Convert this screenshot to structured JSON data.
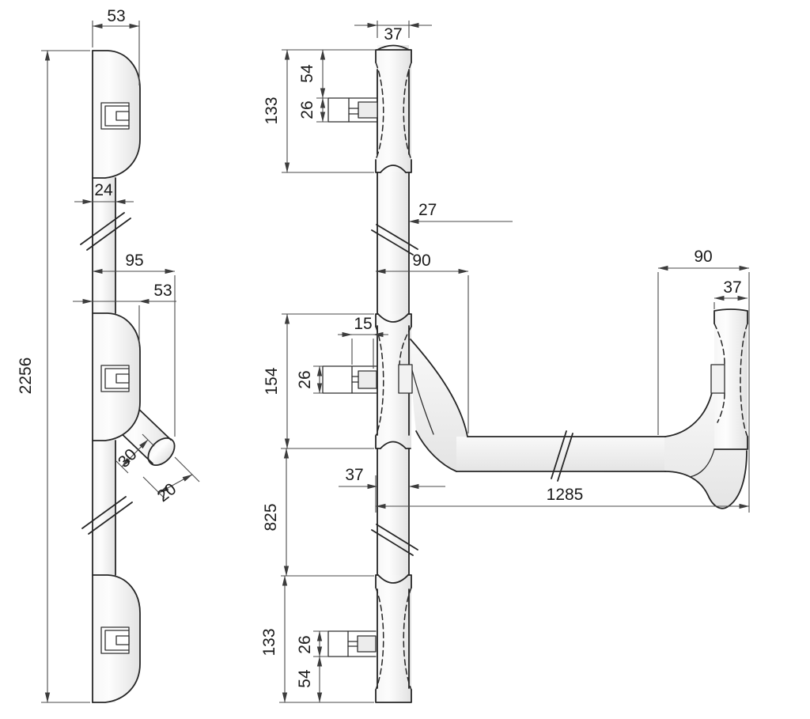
{
  "drawing": {
    "colors": {
      "background": "#ffffff",
      "outline": "#262626",
      "dimension_lines": "#4a4a4a",
      "part_fill_light": "#fbfbfb",
      "part_fill_shade": "#e6e6e6"
    },
    "side_view": {
      "dims": {
        "top_cap_width": "53",
        "tube_width": "24",
        "overall_depth": "95",
        "mid_cap_width": "53",
        "total_height": "2256",
        "stub_diameter": "30",
        "stub_length": "20"
      }
    },
    "front_view": {
      "dims": {
        "top_cap_width": "37",
        "top_cap_height": "133",
        "top_bracket_offset": "54",
        "top_bracket_height": "26",
        "tube_diameter": "27",
        "mid_span": "90",
        "mid_cap_height": "154",
        "spindle_width": "15",
        "mid_bracket_height": "26",
        "mid_tube_width": "37",
        "lower_span": "825",
        "bar_length": "1285",
        "right_span": "90",
        "right_cap_width": "37",
        "bottom_cap_height": "133",
        "bottom_bracket_height": "26",
        "bottom_bracket_offset": "54"
      }
    }
  }
}
